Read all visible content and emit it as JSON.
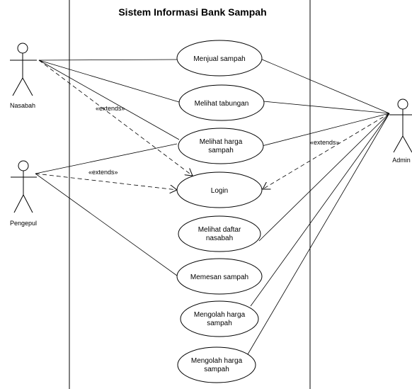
{
  "system": {
    "title": "Sistem Informasi Bank Sampah"
  },
  "actors": {
    "nasabah": "Nasabah",
    "pengepul": "Pengepul",
    "admin": "Admin"
  },
  "use_cases": [
    {
      "id": "menjual",
      "lines": [
        "Menjual sampah"
      ]
    },
    {
      "id": "tabungan",
      "lines": [
        "Melihat tabungan"
      ]
    },
    {
      "id": "harga",
      "lines": [
        "Melihat harga",
        "sampah"
      ]
    },
    {
      "id": "login",
      "lines": [
        "Login"
      ]
    },
    {
      "id": "daftar",
      "lines": [
        "Melihat daftar",
        "nasabah"
      ]
    },
    {
      "id": "memesan",
      "lines": [
        "Memesan sampah"
      ]
    },
    {
      "id": "mengolah1",
      "lines": [
        "Mengolah harga",
        "sampah"
      ]
    },
    {
      "id": "mengolah2",
      "lines": [
        "Mengolah harga",
        "sampah"
      ]
    }
  ],
  "relations": {
    "extends_label": "«extends»"
  }
}
